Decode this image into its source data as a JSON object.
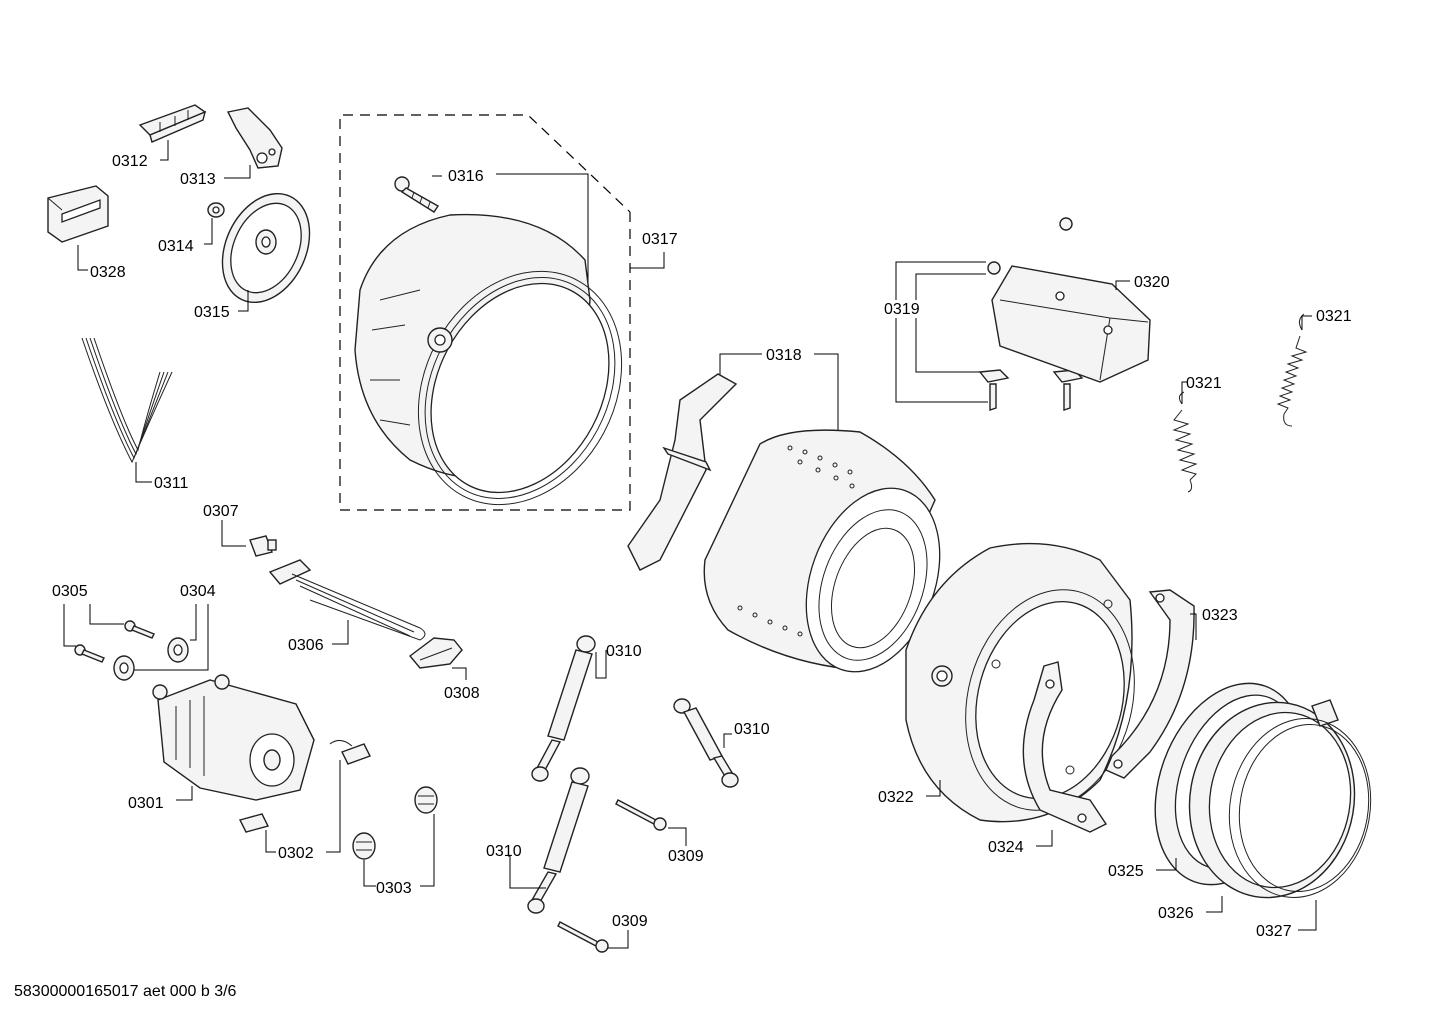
{
  "footer": "58300000165017 aet 000 b 3/6",
  "labels": {
    "p0301": "0301",
    "p0302": "0302",
    "p0303": "0303",
    "p0304": "0304",
    "p0305": "0305",
    "p0306": "0306",
    "p0307": "0307",
    "p0308": "0308",
    "p0309a": "0309",
    "p0309b": "0309",
    "p0310a": "0310",
    "p0310b": "0310",
    "p0310c": "0310",
    "p0311": "0311",
    "p0312": "0312",
    "p0313": "0313",
    "p0314": "0314",
    "p0315": "0315",
    "p0316": "0316",
    "p0317": "0317",
    "p0318": "0318",
    "p0319": "0319",
    "p0320": "0320",
    "p0321a": "0321",
    "p0321b": "0321",
    "p0322": "0322",
    "p0323": "0323",
    "p0324": "0324",
    "p0325": "0325",
    "p0326": "0326",
    "p0327": "0327",
    "p0328": "0328"
  }
}
